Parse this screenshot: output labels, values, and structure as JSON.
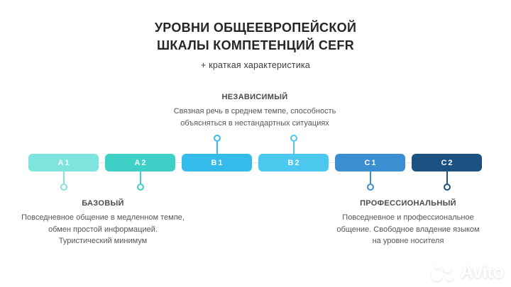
{
  "header": {
    "title_line1": "УРОВНИ ОБЩЕЕВРОПЕЙСКОЙ",
    "title_line2": "ШКАЛЫ КОМПЕТЕНЦИЙ CEFR",
    "subtitle": "+ краткая характеристика"
  },
  "levels": [
    {
      "label": "A1",
      "color": "#7fe3de",
      "connector": "down",
      "group": "basic"
    },
    {
      "label": "A2",
      "color": "#3ed0c6",
      "connector": "down",
      "group": "basic"
    },
    {
      "label": "B1",
      "color": "#33bce9",
      "connector": "up",
      "group": "independent"
    },
    {
      "label": "B2",
      "color": "#4cc8ee",
      "connector": "up",
      "group": "independent"
    },
    {
      "label": "C1",
      "color": "#3b8ed0",
      "connector": "down",
      "group": "professional"
    },
    {
      "label": "C2",
      "color": "#1b5281",
      "connector": "down",
      "group": "professional"
    }
  ],
  "annotations": {
    "independent": {
      "heading": "НЕЗАВИСИМЫЙ",
      "line1": "Связная речь в среднем темпе, способность",
      "line2": "объясняться в нестандартных ситуациях"
    },
    "basic": {
      "heading": "БАЗОВЫЙ",
      "line1": "Повседневное общение в медленном темпе,",
      "line2": "обмен простой информацией.",
      "line3": "Туристический минимум"
    },
    "professional": {
      "heading": "ПРОФЕССИОНАЛЬНЫЙ",
      "line1": "Повседневное и профессиональное",
      "line2": "общение. Свободное владение языком",
      "line3": "на уровне носителя"
    }
  },
  "watermark": {
    "brand": "Avito",
    "logo_icon": "avito-circles-icon"
  },
  "colors": {
    "background": "#ffffff",
    "title_text": "#262626",
    "annotation_heading": "#4a4a4a",
    "annotation_body": "#565656",
    "track_line": "#e4e7e8"
  }
}
